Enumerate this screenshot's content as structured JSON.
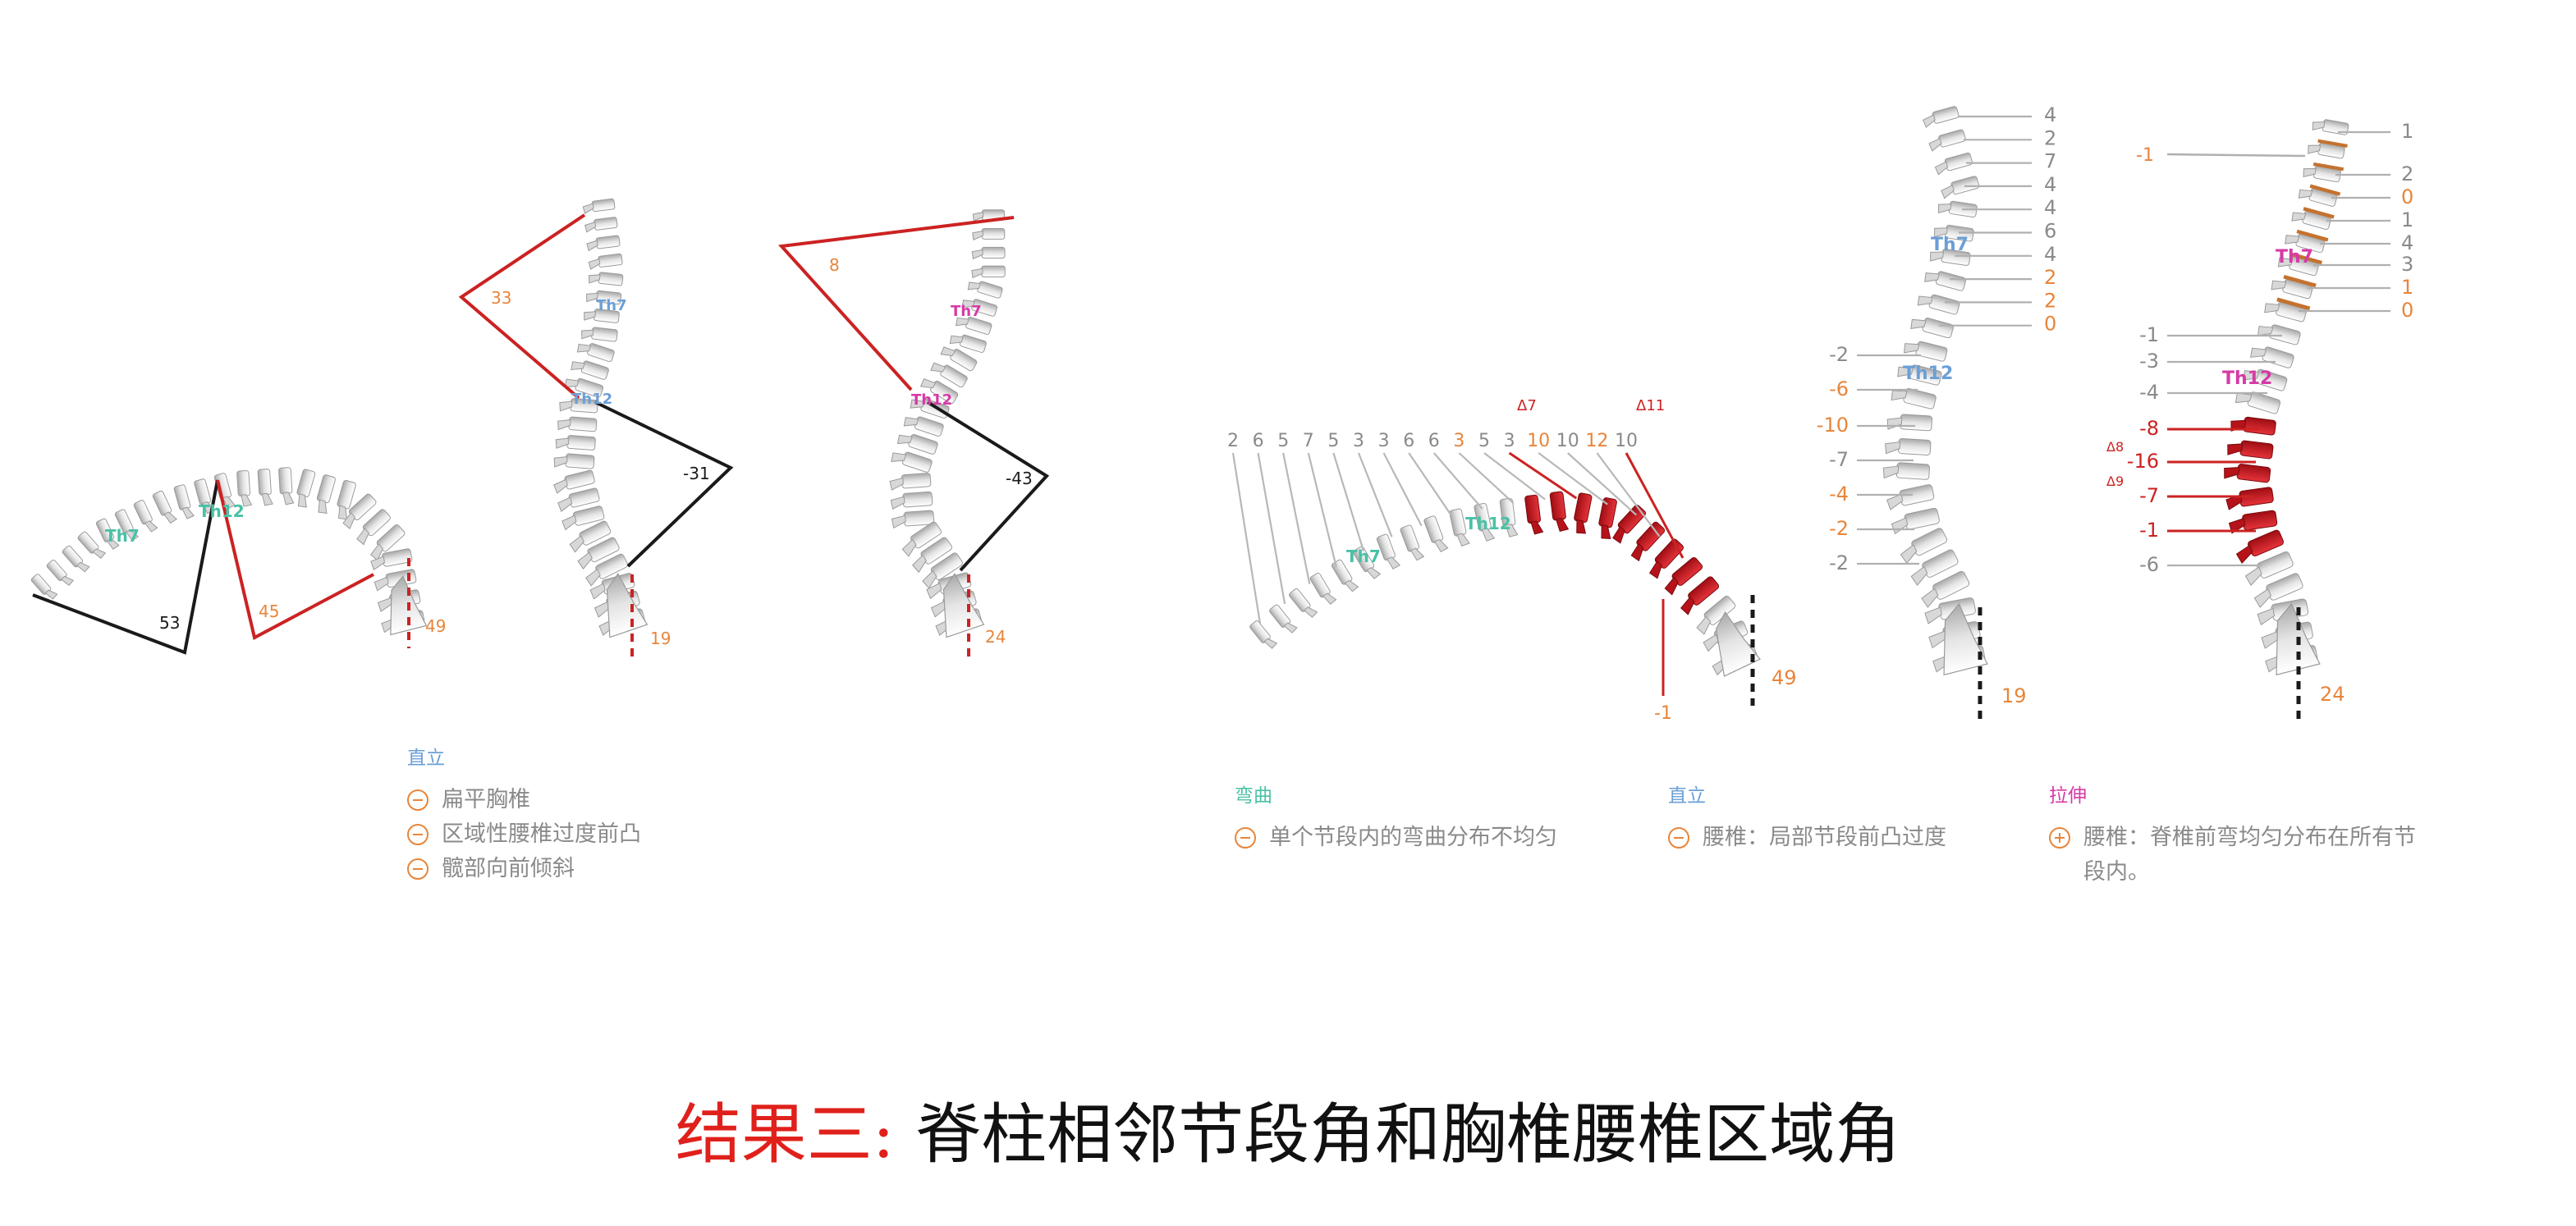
{
  "colors": {
    "red": "#cc2222",
    "black": "#1a1a1a",
    "orange": "#e8853a",
    "gray": "#8a8a8a",
    "teal": "#49c1a6",
    "blue": "#6b9fd6",
    "magenta": "#d63aa6",
    "vertebra_red": "#c3151c",
    "bone": "#e6e6e6"
  },
  "figures": {
    "flexed_left": {
      "label_th7": "Th7",
      "label_th12": "Th12",
      "angle_thoracic": "53",
      "angle_lumbar": "45",
      "angle_pelvic": "49"
    },
    "upright_left": {
      "label_th7": "Th7",
      "label_th12": "Th12",
      "angle_thoracic": "33",
      "angle_lumbar": "-31",
      "angle_pelvic": "19"
    },
    "extended_left": {
      "label_th7": "Th7",
      "label_th12": "Th12",
      "angle_thoracic": "8",
      "angle_lumbar": "-43",
      "angle_pelvic": "24"
    },
    "flexed_right": {
      "label_th7": "Th7",
      "label_th12": "Th12",
      "segment_values": [
        {
          "v": "2",
          "c": "gray"
        },
        {
          "v": "6",
          "c": "gray"
        },
        {
          "v": "5",
          "c": "gray"
        },
        {
          "v": "7",
          "c": "gray"
        },
        {
          "v": "5",
          "c": "gray"
        },
        {
          "v": "3",
          "c": "gray"
        },
        {
          "v": "3",
          "c": "gray"
        },
        {
          "v": "6",
          "c": "gray"
        },
        {
          "v": "6",
          "c": "gray"
        },
        {
          "v": "3",
          "c": "orange"
        },
        {
          "v": "5",
          "c": "gray"
        },
        {
          "v": "3",
          "c": "gray"
        },
        {
          "v": "10",
          "c": "orange"
        },
        {
          "v": "10",
          "c": "gray"
        },
        {
          "v": "12",
          "c": "orange"
        },
        {
          "v": "10",
          "c": "gray"
        }
      ],
      "delta_a": "Δ7",
      "delta_b": "Δ11",
      "bottom_value": "-1",
      "angle_pelvic": "49"
    },
    "upright_right": {
      "label_th7": "Th7",
      "label_th12": "Th12",
      "upper_values": [
        {
          "v": "4",
          "c": "gray"
        },
        {
          "v": "2",
          "c": "gray"
        },
        {
          "v": "7",
          "c": "gray"
        },
        {
          "v": "4",
          "c": "gray"
        },
        {
          "v": "4",
          "c": "gray"
        },
        {
          "v": "6",
          "c": "gray"
        },
        {
          "v": "4",
          "c": "gray"
        },
        {
          "v": "2",
          "c": "orange"
        },
        {
          "v": "2",
          "c": "orange"
        },
        {
          "v": "0",
          "c": "orange"
        }
      ],
      "lower_values": [
        {
          "v": "-2",
          "c": "gray"
        },
        {
          "v": "-6",
          "c": "orange"
        },
        {
          "v": "-10",
          "c": "orange"
        },
        {
          "v": "-7",
          "c": "gray"
        },
        {
          "v": "-4",
          "c": "orange"
        },
        {
          "v": "-2",
          "c": "orange"
        },
        {
          "v": "-2",
          "c": "gray"
        }
      ],
      "angle_pelvic": "19"
    },
    "extended_right": {
      "label_th7": "Th7",
      "label_th12": "Th12",
      "top_left_value": "-1",
      "upper_values": [
        {
          "v": "1",
          "c": "gray"
        },
        {
          "v": "2",
          "c": "gray"
        },
        {
          "v": "0",
          "c": "orange"
        },
        {
          "v": "1",
          "c": "gray"
        },
        {
          "v": "4",
          "c": "gray"
        },
        {
          "v": "3",
          "c": "gray"
        },
        {
          "v": "1",
          "c": "orange"
        },
        {
          "v": "0",
          "c": "orange"
        }
      ],
      "mid_values": [
        {
          "v": "-1",
          "c": "gray"
        },
        {
          "v": "-3",
          "c": "gray"
        },
        {
          "v": "-4",
          "c": "gray"
        }
      ],
      "lower_values": [
        {
          "v": "-8",
          "c": "red"
        },
        {
          "v": "-16",
          "c": "red"
        },
        {
          "v": "-7",
          "c": "red"
        },
        {
          "v": "-1",
          "c": "red"
        },
        {
          "v": "-6",
          "c": "gray"
        }
      ],
      "delta_a": "Δ8",
      "delta_b": "Δ9",
      "angle_pelvic": "24"
    }
  },
  "legends": {
    "upright_left": {
      "heading": "直立",
      "items": [
        "扁平胸椎",
        "区域性腰椎过度前凸",
        "髋部向前倾斜"
      ]
    },
    "flexed_right": {
      "heading": "弯曲",
      "items": [
        "单个节段内的弯曲分布不均匀"
      ]
    },
    "upright_right": {
      "heading": "直立",
      "items": [
        "腰椎：局部节段前凸过度"
      ]
    },
    "extended_right": {
      "heading": "拉伸",
      "items": [
        "腰椎：脊椎前弯均匀分布在所有节段内。"
      ]
    }
  },
  "footer": {
    "prefix": "结果三:",
    "title": "脊柱相邻节段角和胸椎腰椎区域角"
  }
}
